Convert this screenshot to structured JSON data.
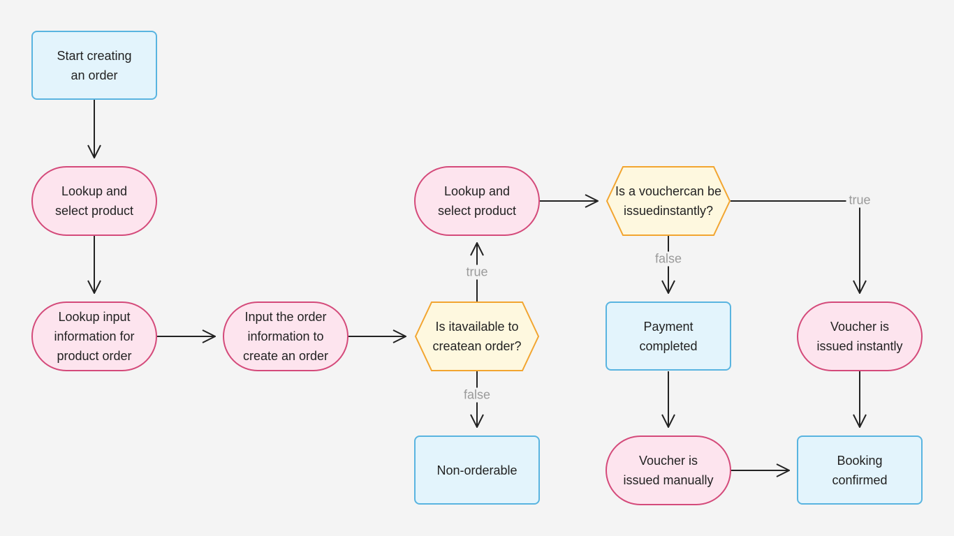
{
  "nodes": {
    "start": [
      "Start creating",
      "an order"
    ],
    "lookup_select_1": [
      "Lookup and",
      "select product"
    ],
    "lookup_input": [
      "Lookup input",
      "information for",
      "product order"
    ],
    "input_order": [
      "Input the order",
      "information to",
      "create an order"
    ],
    "available_q": [
      "Is it",
      "available to create",
      "an order?"
    ],
    "lookup_select_2": [
      "Lookup and",
      "select product"
    ],
    "non_orderable": [
      "Non-orderable"
    ],
    "voucher_q": [
      "Is a voucher",
      "can be issued",
      "instantly?"
    ],
    "payment": [
      "Payment",
      "completed"
    ],
    "voucher_manual": [
      "Voucher is",
      "issued manually"
    ],
    "voucher_instant": [
      "Voucher is",
      "issued instantly"
    ],
    "booking": [
      "Booking",
      "confirmed"
    ]
  },
  "edge_labels": {
    "available_true": "true",
    "available_false": "false",
    "voucher_false": "false",
    "voucher_true": "true"
  },
  "colors": {
    "rect_fill": "#e3f4fc",
    "rect_border": "#59b4e0",
    "pill_fill": "#fde4ee",
    "pill_border": "#d44a7a",
    "hex_fill": "#fef8df",
    "hex_border": "#f2a530",
    "edge": "#222222",
    "label": "#9a9a9a"
  }
}
